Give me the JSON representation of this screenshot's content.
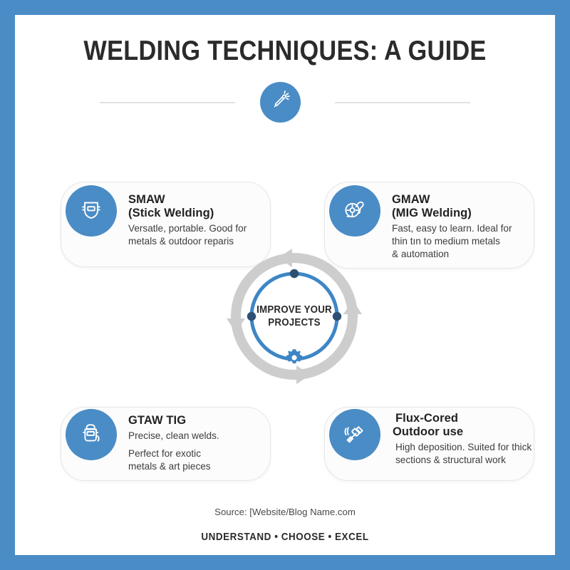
{
  "poster": {
    "title": "WELDING TECHNIQUES: A GUIDE",
    "frame_color": "#4a8cc6",
    "accent_color": "#4a8cc6",
    "ring_color": "#3d86c6",
    "arrow_color": "#cdcdcd",
    "dot_color": "#2e4f73",
    "text_color": "#2b2b2b"
  },
  "header": {
    "badge_icon": "welding-torch-icon"
  },
  "center": {
    "label_line1": "IMPROVE YOUR",
    "label_line2": "PROJECTS",
    "gear_icon": "gear-icon"
  },
  "cards": [
    {
      "id": "smaw",
      "icon": "welding-mask-icon",
      "title": "SMAW",
      "subtitle": "(Stick Welding)",
      "body_lines": [
        "Versatle, portable. Good for",
        "metals & outdoor reparis"
      ]
    },
    {
      "id": "gmaw",
      "icon": "wire-spool-torch-icon",
      "title": "GMAW",
      "subtitle": "(MIG Welding)",
      "body_lines": [
        "Fast, easy to learn. Ideal for",
        "thin tın to medium metals",
        "& automation"
      ]
    },
    {
      "id": "gtaw",
      "icon": "welding-hood-icon",
      "title": "GTAW TIG",
      "subtitle": "",
      "body_lines": [
        "Precise, clean welds.",
        "Perfect for exotic",
        "metals & art pieces"
      ]
    },
    {
      "id": "flux",
      "icon": "chipping-hammer-icon",
      "title": "Flux-Cored",
      "subtitle": "Outdoor use",
      "body_lines": [
        "High deposition. Suited for thick",
        "sections & structural work"
      ]
    }
  ],
  "footer": {
    "source": "Source: [Website/Blog Name.com",
    "tagline": "UNDERSTAND • CHOOSE • EXCEL"
  }
}
